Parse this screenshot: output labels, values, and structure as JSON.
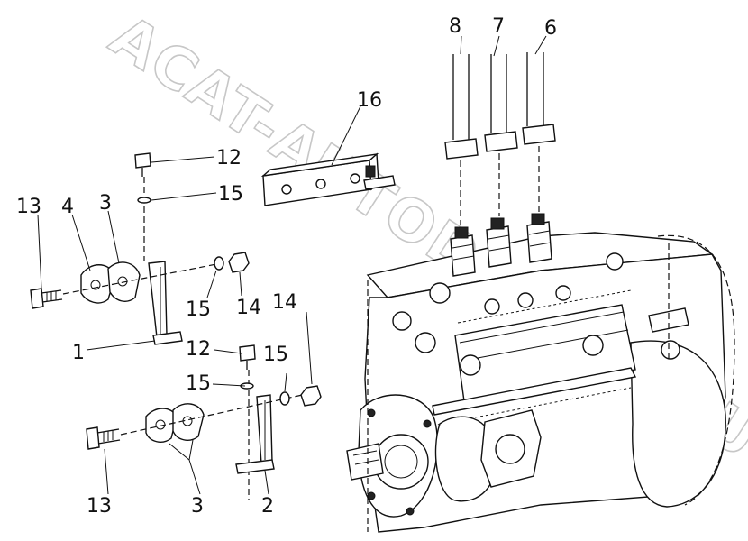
{
  "watermark": {
    "text": "ACAT-AUTODEALER.RU"
  },
  "labels": {
    "p1": "1",
    "p2": "2",
    "p3a": "3",
    "p3b": "3",
    "p4": "4",
    "p6": "6",
    "p7": "7",
    "p8": "8",
    "p12a": "12",
    "p12b": "12",
    "p13a": "13",
    "p13b": "13",
    "p14a": "14",
    "p14b": "14",
    "p15a": "15",
    "p15b": "15",
    "p15c": "15",
    "p15d": "15",
    "p16": "16"
  }
}
